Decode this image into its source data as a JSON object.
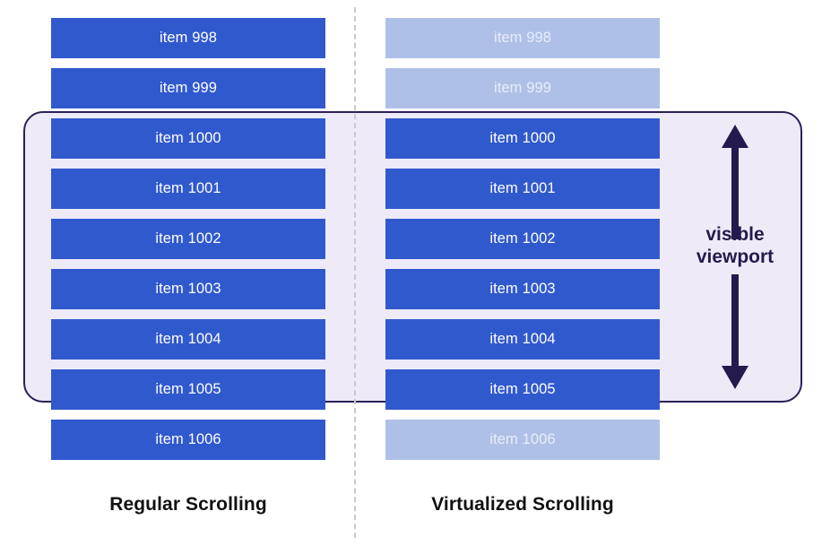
{
  "diagram": {
    "title_left": "Regular Scrolling",
    "title_right": "Virtualized Scrolling",
    "viewport_label_line1": "visible",
    "viewport_label_line2": "viewport",
    "colors": {
      "item_solid_bg": "#3159ce",
      "item_solid_text": "#ffffff",
      "item_ghost_bg": "#afc0e8",
      "item_ghost_text": "#e7ecf8",
      "viewport_fill": "#eeeaf8",
      "viewport_border": "#2d1f57",
      "divider": "#c9c9cf",
      "caption_text": "#111111",
      "annotation_text": "#251a4d"
    }
  },
  "left_column": {
    "name": "Regular Scrolling",
    "items": [
      {
        "label": "item 998",
        "state": "rendered"
      },
      {
        "label": "item 999",
        "state": "rendered"
      },
      {
        "label": "item 1000",
        "state": "rendered"
      },
      {
        "label": "item 1001",
        "state": "rendered"
      },
      {
        "label": "item 1002",
        "state": "rendered"
      },
      {
        "label": "item 1003",
        "state": "rendered"
      },
      {
        "label": "item 1004",
        "state": "rendered"
      },
      {
        "label": "item 1005",
        "state": "rendered"
      },
      {
        "label": "item 1006",
        "state": "rendered"
      }
    ]
  },
  "right_column": {
    "name": "Virtualized Scrolling",
    "items": [
      {
        "label": "item 998",
        "state": "not-rendered"
      },
      {
        "label": "item 999",
        "state": "not-rendered"
      },
      {
        "label": "item 1000",
        "state": "rendered"
      },
      {
        "label": "item 1001",
        "state": "rendered"
      },
      {
        "label": "item 1002",
        "state": "rendered"
      },
      {
        "label": "item 1003",
        "state": "rendered"
      },
      {
        "label": "item 1004",
        "state": "rendered"
      },
      {
        "label": "item 1005",
        "state": "rendered"
      },
      {
        "label": "item 1006",
        "state": "not-rendered"
      }
    ]
  }
}
